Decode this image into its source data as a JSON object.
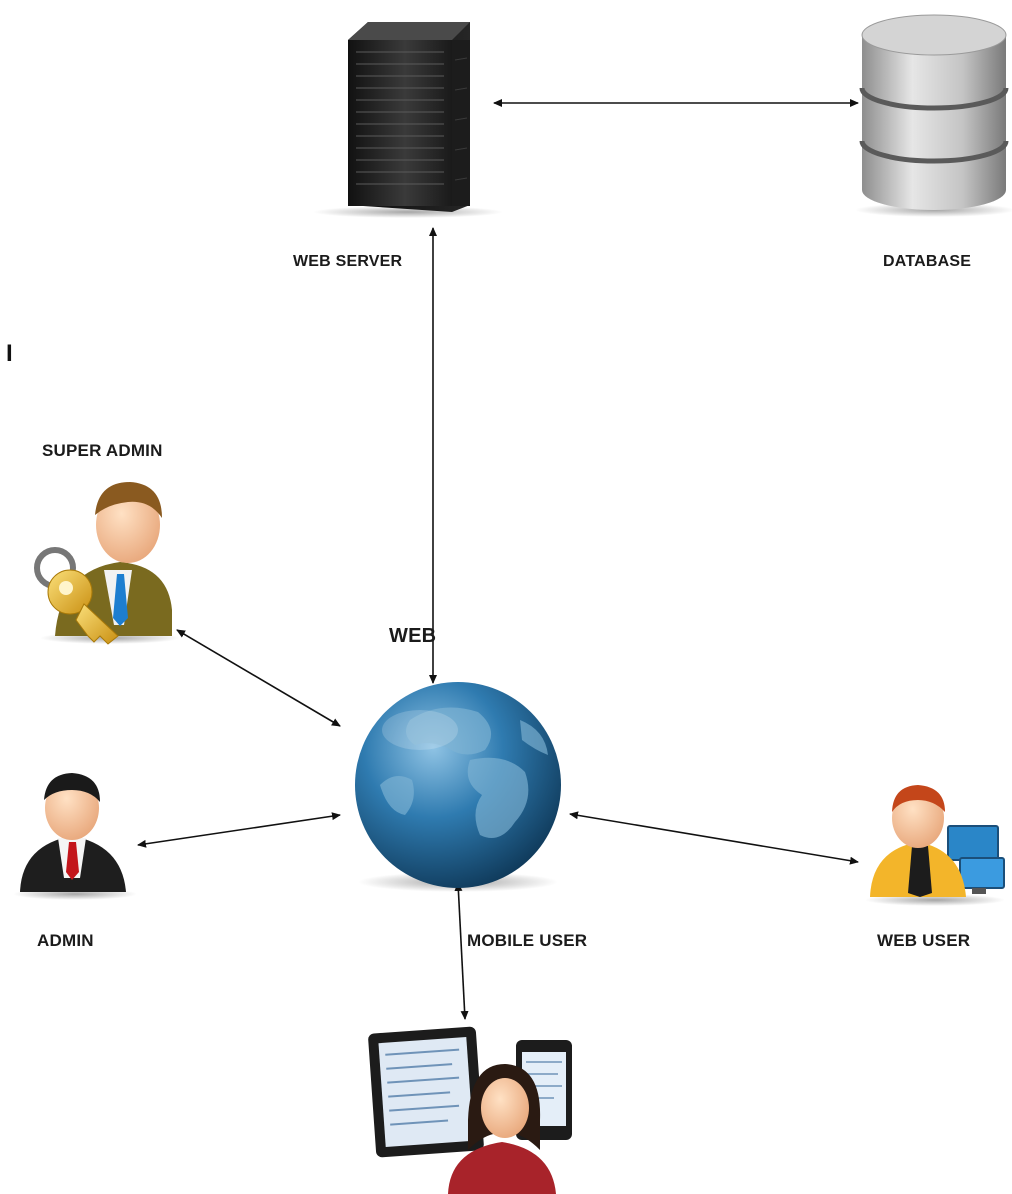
{
  "labels": {
    "web_server": "WEB SERVER",
    "database": "DATABASE",
    "super_admin": "SUPER ADMIN",
    "web": "WEB",
    "admin": "ADMIN",
    "mobile_user": "MOBILE USER",
    "web_user": "WEB USER",
    "stray_mark": "I"
  },
  "icons": {
    "web_server": "server-rack-icon",
    "database": "database-cylinder-icon",
    "super_admin": "admin-with-key-icon",
    "web": "globe-icon",
    "admin": "businessman-icon",
    "web_user": "user-with-computer-icon",
    "mobile_user": "woman-with-tablet-phone-icon"
  },
  "connections": [
    {
      "from": "WEB SERVER",
      "to": "DATABASE",
      "direction": "both"
    },
    {
      "from": "WEB SERVER",
      "to": "WEB",
      "direction": "both"
    },
    {
      "from": "SUPER ADMIN",
      "to": "WEB",
      "direction": "both"
    },
    {
      "from": "ADMIN",
      "to": "WEB",
      "direction": "both"
    },
    {
      "from": "WEB USER",
      "to": "WEB",
      "direction": "both"
    },
    {
      "from": "MOBILE USER",
      "to": "WEB",
      "direction": "both"
    }
  ],
  "colors": {
    "text": "#1b1b1b",
    "arrow": "#111111",
    "globe_ocean": "#1f5f8b",
    "server": "#2b2b2b",
    "database": "#b9b9b9"
  }
}
